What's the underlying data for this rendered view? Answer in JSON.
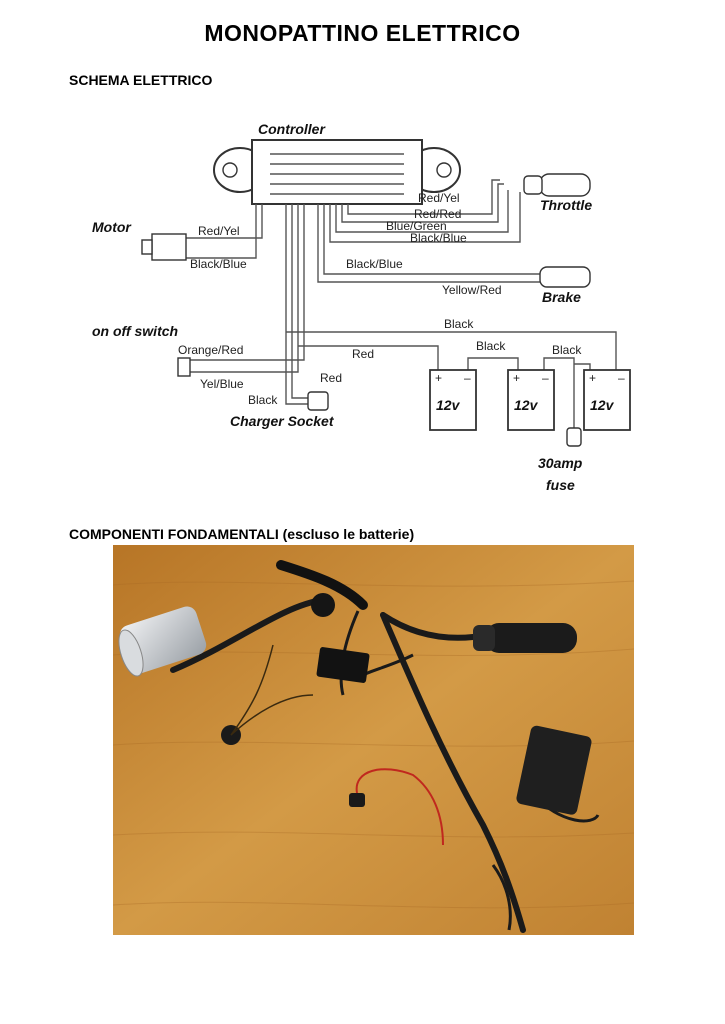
{
  "page": {
    "title": "MONOPATTINO  ELETTRICO",
    "heading_schema": "SCHEMA ELETTRICO",
    "heading_components": "COMPONENTI FONDAMENTALI (escluso le batterie)"
  },
  "diagram": {
    "controller": "Controller",
    "motor": "Motor",
    "throttle": "Throttle",
    "brake": "Brake",
    "switch": "on off switch",
    "charger": "Charger Socket",
    "fuse_amp": "30amp",
    "fuse": "fuse",
    "battery": "12v",
    "wires": {
      "red_yel_motor": "Red/Yel",
      "black_blue_motor": "Black/Blue",
      "red_yel": "Red/Yel",
      "red_red": "Red/Red",
      "blue_green": "Blue/Green",
      "black_blue_throttle": "Black/Blue",
      "black_blue_brake": "Black/Blue",
      "yellow_red": "Yellow/Red",
      "orange_red": "Orange/Red",
      "yel_blue": "Yel/Blue",
      "black_charger": "Black",
      "red_charger": "Red",
      "red_batt": "Red",
      "black_main": "Black",
      "black_b1": "Black",
      "black_b2": "Black"
    },
    "plus": "+",
    "minus": "–"
  },
  "colors": {
    "wood": "#c8892f",
    "wire": "#1a1a1a",
    "motor": "#c9ccd0"
  }
}
